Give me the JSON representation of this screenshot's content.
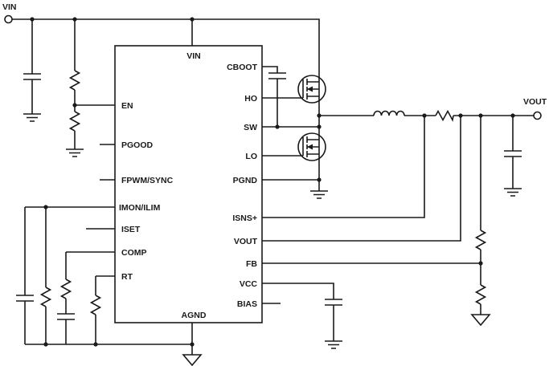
{
  "terminals": {
    "input_label": "VIN",
    "output_label": "VOUT"
  },
  "ic": {
    "top_pin": "VIN",
    "bottom_pin": "AGND",
    "left_pins": [
      "EN",
      "PGOOD",
      "FPWM/SYNC",
      "IMON/ILIM",
      "ISET",
      "COMP",
      "RT"
    ],
    "right_pins": [
      "CBOOT",
      "HO",
      "SW",
      "LO",
      "PGND",
      "ISNS+",
      "VOUT",
      "FB",
      "VCC",
      "BIAS"
    ]
  },
  "colors": {
    "line": "#1a1a1a",
    "background": "#ffffff"
  }
}
